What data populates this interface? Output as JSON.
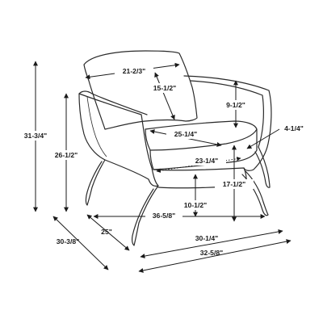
{
  "dimensions": {
    "overall_height": "31-3/4\"",
    "arm_height": "26-1/2\"",
    "overall_depth": "30-3/8\"",
    "seat_depth": "25\"",
    "inner_width": "30-1/4\"",
    "overall_width": "32-5/8\"",
    "leg_span_width": "36-5/8\"",
    "seat_height": "10-1/2\"",
    "seat_to_floor": "17-1/2\"",
    "arm_depth": "4-1/4\"",
    "seat_width": "23-1/4\"",
    "seat_front_depth": "25-1/4\"",
    "arm_rise": "9-1/2\"",
    "back_cushion_height": "15-1/2\"",
    "back_cushion_width": "21-2/3\""
  },
  "colors": {
    "line": "#2a2a2a",
    "background": "#ffffff"
  }
}
